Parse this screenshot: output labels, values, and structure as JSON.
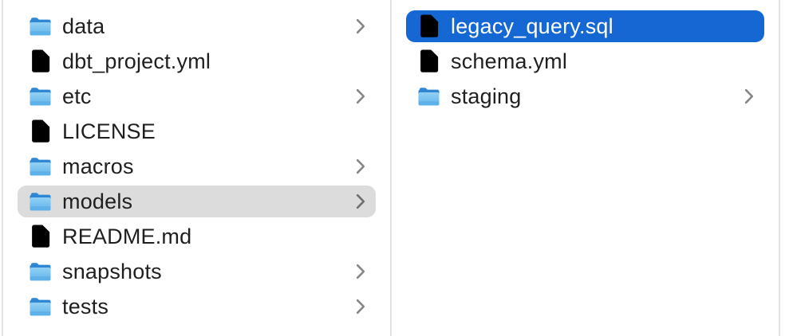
{
  "app": "finder-column-view",
  "columns": [
    {
      "items": [
        {
          "label": "data",
          "type": "folder",
          "has_chevron": true,
          "selected": "none"
        },
        {
          "label": "dbt_project.yml",
          "type": "file",
          "has_chevron": false,
          "selected": "none"
        },
        {
          "label": "etc",
          "type": "folder",
          "has_chevron": true,
          "selected": "none"
        },
        {
          "label": "LICENSE",
          "type": "file",
          "has_chevron": false,
          "selected": "none"
        },
        {
          "label": "macros",
          "type": "folder",
          "has_chevron": true,
          "selected": "none"
        },
        {
          "label": "models",
          "type": "folder",
          "has_chevron": true,
          "selected": "inactive"
        },
        {
          "label": "README.md",
          "type": "file",
          "has_chevron": false,
          "selected": "none"
        },
        {
          "label": "snapshots",
          "type": "folder",
          "has_chevron": true,
          "selected": "none"
        },
        {
          "label": "tests",
          "type": "folder",
          "has_chevron": true,
          "selected": "none"
        }
      ]
    },
    {
      "items": [
        {
          "label": "legacy_query.sql",
          "type": "file",
          "has_chevron": false,
          "selected": "active"
        },
        {
          "label": "schema.yml",
          "type": "file",
          "has_chevron": false,
          "selected": "none"
        },
        {
          "label": "staging",
          "type": "folder",
          "has_chevron": true,
          "selected": "none"
        }
      ]
    }
  ],
  "icons": {
    "folder": "folder-icon",
    "file": "document-icon",
    "chevron": "chevron-right-icon"
  },
  "colors": {
    "selection_active": "#1568d4",
    "selection_inactive": "#dcdcdc",
    "text": "#1f1f1f",
    "text_selected": "#ffffff",
    "divider": "#e3e3e3",
    "chevron": "#85858a",
    "folder_dark": "#2f87d4",
    "folder_light": "#92d1f5"
  }
}
